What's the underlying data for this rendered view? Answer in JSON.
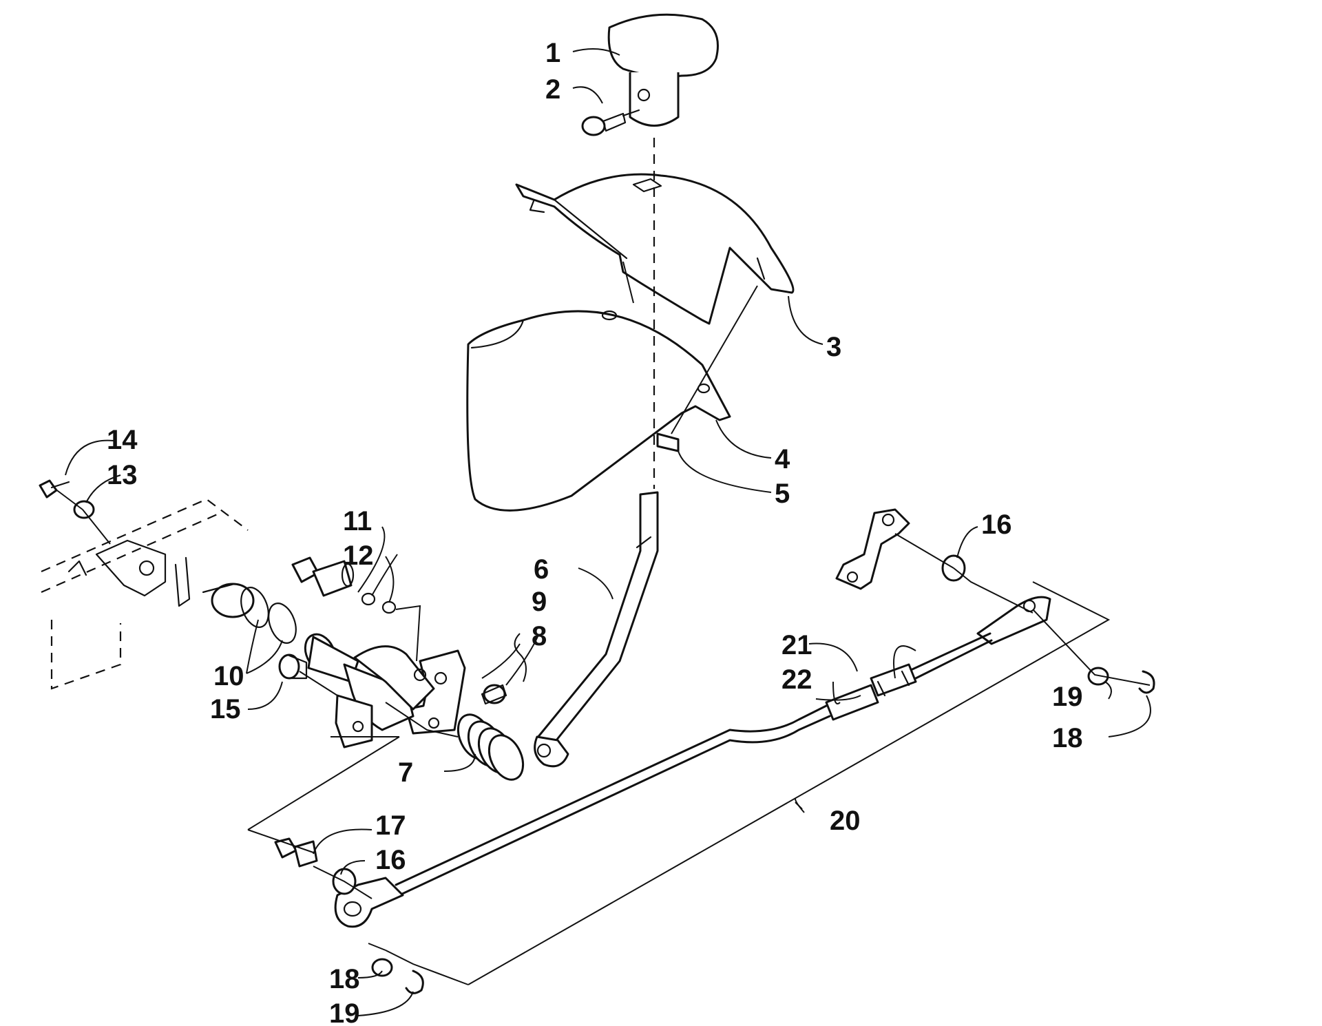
{
  "diagram": {
    "callouts": [
      {
        "id": "c1",
        "text": "1"
      },
      {
        "id": "c2",
        "text": "2"
      },
      {
        "id": "c3",
        "text": "3"
      },
      {
        "id": "c4",
        "text": "4"
      },
      {
        "id": "c5",
        "text": "5"
      },
      {
        "id": "c6",
        "text": "6"
      },
      {
        "id": "c7",
        "text": "7"
      },
      {
        "id": "c8",
        "text": "8"
      },
      {
        "id": "c9",
        "text": "9"
      },
      {
        "id": "c10",
        "text": "10"
      },
      {
        "id": "c11",
        "text": "11"
      },
      {
        "id": "c12",
        "text": "12"
      },
      {
        "id": "c13",
        "text": "13"
      },
      {
        "id": "c14",
        "text": "14"
      },
      {
        "id": "c15",
        "text": "15"
      },
      {
        "id": "c16a",
        "text": "16"
      },
      {
        "id": "c16b",
        "text": "16"
      },
      {
        "id": "c17",
        "text": "17"
      },
      {
        "id": "c18a",
        "text": "18"
      },
      {
        "id": "c18b",
        "text": "18"
      },
      {
        "id": "c19a",
        "text": "19"
      },
      {
        "id": "c19b",
        "text": "19"
      },
      {
        "id": "c20",
        "text": "20"
      },
      {
        "id": "c21",
        "text": "21"
      },
      {
        "id": "c22",
        "text": "22"
      }
    ]
  }
}
